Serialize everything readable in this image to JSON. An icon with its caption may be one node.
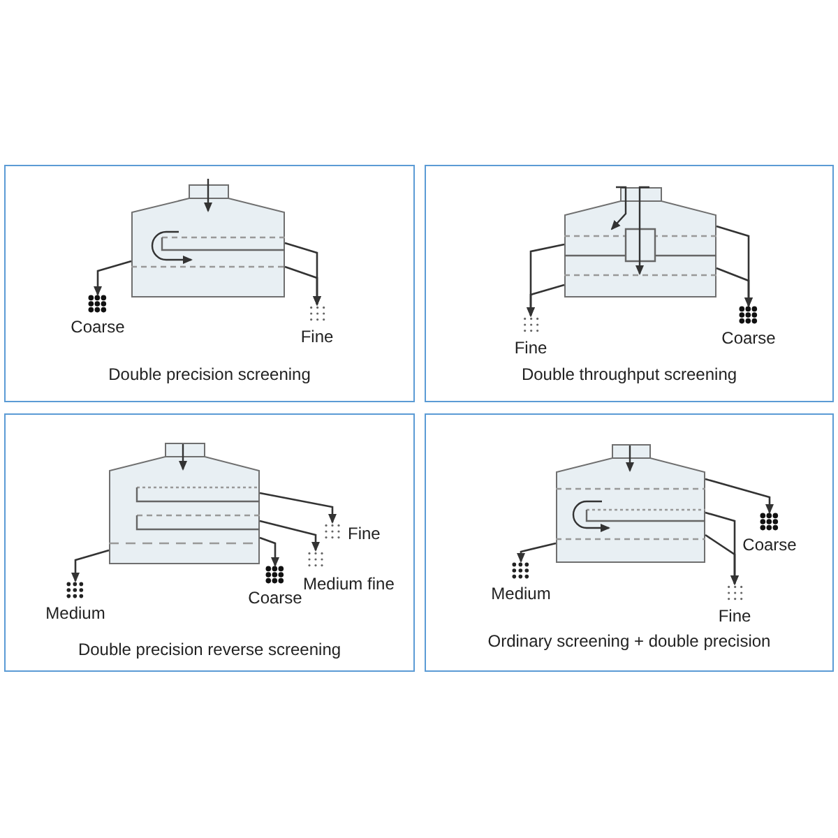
{
  "diagram": {
    "nodes": [
      {
        "text": [
          "Double precision screening"
        ]
      },
      {
        "text": [],
        "shape": "box",
        "in": 0
      },
      {
        "text": [
          "Coarse"
        ],
        "in": 0
      },
      {
        "text": [
          "Fine"
        ],
        "in": 0
      },
      {
        "text": [
          "Double throughput screening"
        ]
      },
      {
        "text": [],
        "shape": "box",
        "in": 4
      },
      {
        "text": [
          "Fine"
        ],
        "in": 4
      },
      {
        "text": [
          "Coarse"
        ],
        "in": 4
      },
      {
        "text": [
          "Double precision reverse screening"
        ]
      },
      {
        "text": [],
        "shape": "box",
        "in": 8
      },
      {
        "text": [
          "Fine"
        ],
        "in": 8
      },
      {
        "text": [
          "Medium fine"
        ],
        "in": 8
      },
      {
        "text": [
          "Coarse"
        ],
        "in": 8
      },
      {
        "text": [
          "Medium"
        ],
        "in": 8
      },
      {
        "text": [
          "Ordinary screening + double precision"
        ]
      },
      {
        "text": [],
        "shape": "box",
        "in": 14
      },
      {
        "text": [
          "Coarse"
        ],
        "in": 14
      },
      {
        "text": [
          "Medium"
        ],
        "in": 14
      },
      {
        "text": [
          "Fine"
        ],
        "in": 14
      }
    ],
    "edges": [
      {
        "from": 1,
        "to": 2,
        "arrow": "to"
      },
      {
        "from": 1,
        "to": 3,
        "arrow": "to"
      },
      {
        "from": 1,
        "to": 3,
        "arrow": "to"
      },
      {
        "from": 5,
        "to": 6,
        "arrow": "to"
      },
      {
        "from": 5,
        "to": 6,
        "arrow": "to"
      },
      {
        "from": 5,
        "to": 7,
        "arrow": "to"
      },
      {
        "from": 5,
        "to": 7,
        "arrow": "to"
      },
      {
        "from": 9,
        "to": 10,
        "arrow": "to"
      },
      {
        "from": 9,
        "to": 11,
        "arrow": "to"
      },
      {
        "from": 9,
        "to": 12,
        "arrow": "to"
      },
      {
        "from": 9,
        "to": 13,
        "arrow": "to"
      },
      {
        "from": 15,
        "to": 16,
        "arrow": "to"
      },
      {
        "from": 15,
        "to": 18,
        "arrow": "to"
      },
      {
        "from": 15,
        "to": 18,
        "arrow": "to"
      },
      {
        "from": 15,
        "to": 17,
        "arrow": "to"
      }
    ]
  }
}
